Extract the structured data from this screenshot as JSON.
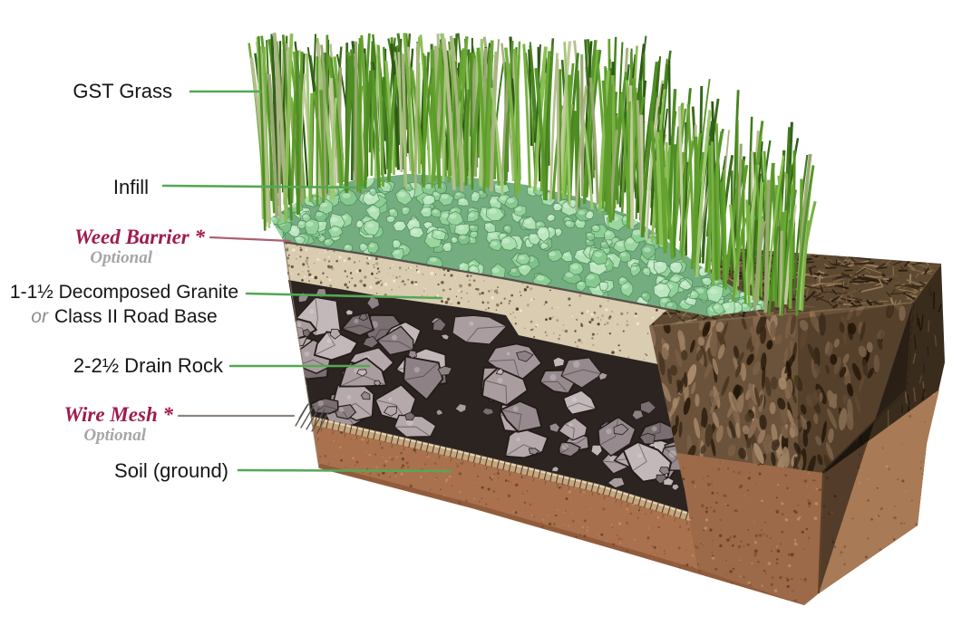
{
  "page": {
    "background": "#ffffff"
  },
  "diagram": {
    "labels": {
      "gst_grass": {
        "text": "GST Grass"
      },
      "infill": {
        "text": "Infill"
      },
      "weed_barrier": {
        "text": "Weed Barrier *",
        "note": "Optional"
      },
      "base_layer": {
        "line1": "1-1½ Decomposed Granite",
        "or_word": "or",
        "line2": "Class II Road Base"
      },
      "drain_rock": {
        "text": "2-2½ Drain Rock"
      },
      "wire_mesh": {
        "text": "Wire Mesh *",
        "note": "Optional"
      },
      "soil": {
        "text": "Soil (ground)"
      }
    },
    "colors": {
      "label_text": "#161616",
      "optional_gray": "#a7a5a6",
      "emphasis_crimson": "#9e1c4e",
      "or_gray": "#8e8e8e",
      "leader_green": "#55a755",
      "leader_rose": "#ad5f70",
      "leader_gray": "#8d857c",
      "grass_green": "#5d9c2b",
      "infill_mint": "#9ad7a0",
      "weed_barrier_fabric": "#57504a",
      "granite_tan": "#d9ccb0",
      "drain_rock_gray": "#a2969a",
      "soil_brown": "#a9714d",
      "ground_mulch_brown": "#5d4831",
      "ground_soil_brown": "#9c6a48"
    }
  }
}
